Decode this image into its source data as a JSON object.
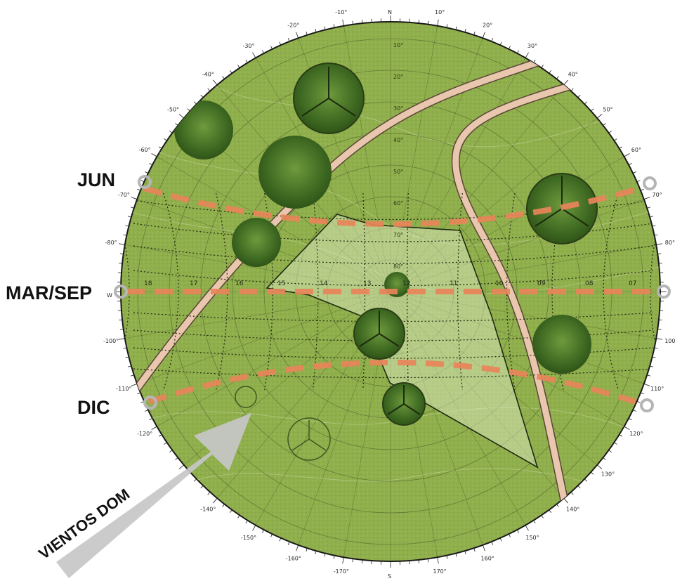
{
  "season_labels": {
    "jun": "JUN",
    "equinox": "MAR/SEP",
    "dec": "DIC"
  },
  "wind_label": "VIENTOS DOM",
  "cardinals": {
    "north": "N",
    "south": "S",
    "west": "W"
  },
  "bearing_labels": {
    "left": [
      "-10°",
      "-20°",
      "-30°",
      "-40°",
      "-50°",
      "-60°",
      "-70°",
      "-80°",
      "-100°",
      "-110°",
      "-120°",
      "-140°",
      "-150°",
      "-160°",
      "-170°"
    ],
    "right": [
      "10°",
      "20°",
      "30°",
      "40°",
      "50°",
      "60°",
      "70°",
      "80°",
      "100",
      "110°",
      "120°",
      "130°",
      "140°",
      "150°",
      "160°",
      "170°"
    ]
  },
  "altitude_labels": [
    "10°",
    "20°",
    "30°",
    "40°",
    "50°",
    "60°",
    "70°",
    "80°"
  ],
  "hour_labels": [
    "18",
    "17",
    "16",
    "15",
    "14",
    "13",
    "12",
    "11",
    "10",
    "09",
    "08",
    "07"
  ],
  "colors": {
    "ground": "#8fae4c",
    "ground_dark": "#7e9b3c",
    "sun_path": "#e8845a",
    "road": "#e9c6ae",
    "tree": "#4f7a2c",
    "plot_fill": "#e6efcf",
    "arrow": "#c7c7c7"
  },
  "icons": {
    "season_marker": "ring-icon",
    "wind": "arrow-icon",
    "tree": "tree-icon"
  }
}
